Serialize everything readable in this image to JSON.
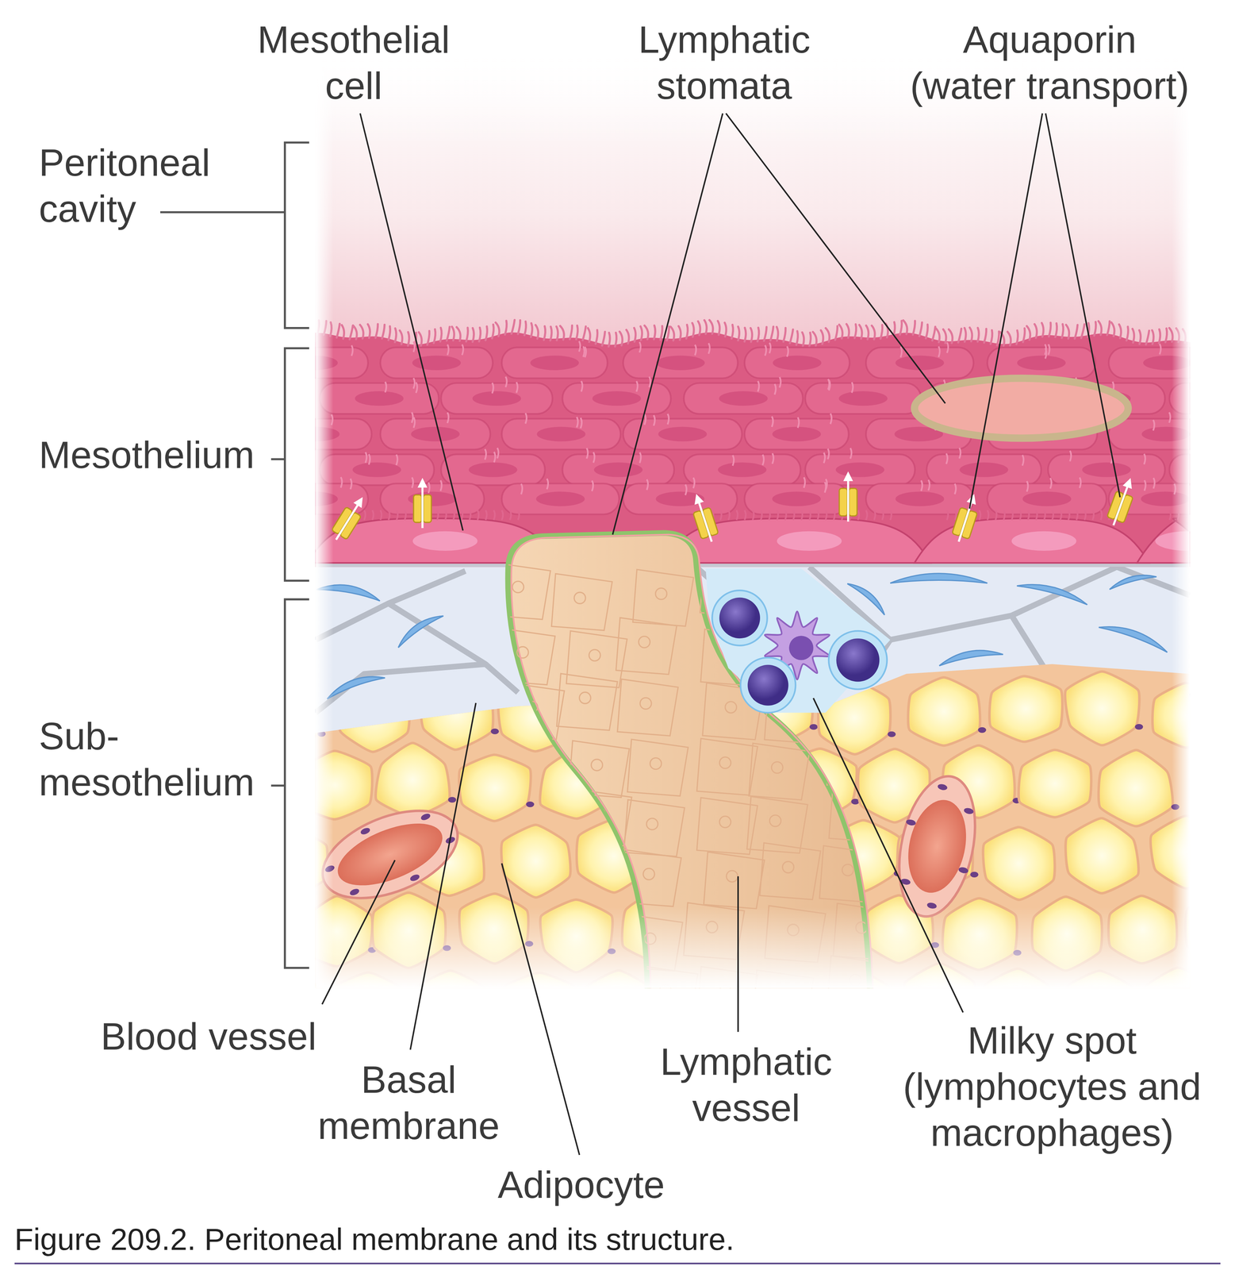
{
  "diagram": {
    "caption": "Figure 209.2. Peritoneal membrane and its structure.",
    "labels": [
      "Mesothelial cell",
      "Lymphatic stomata",
      "Aquaporin (water transport)",
      "Peritoneal cavity",
      "Mesothelium",
      "Sub- mesothelium",
      "Blood vessel",
      "Milky spot (lymphocytes and macrophages)",
      "Lymphatic vessel",
      "Basal membrane",
      "Adipocyte"
    ]
  }
}
